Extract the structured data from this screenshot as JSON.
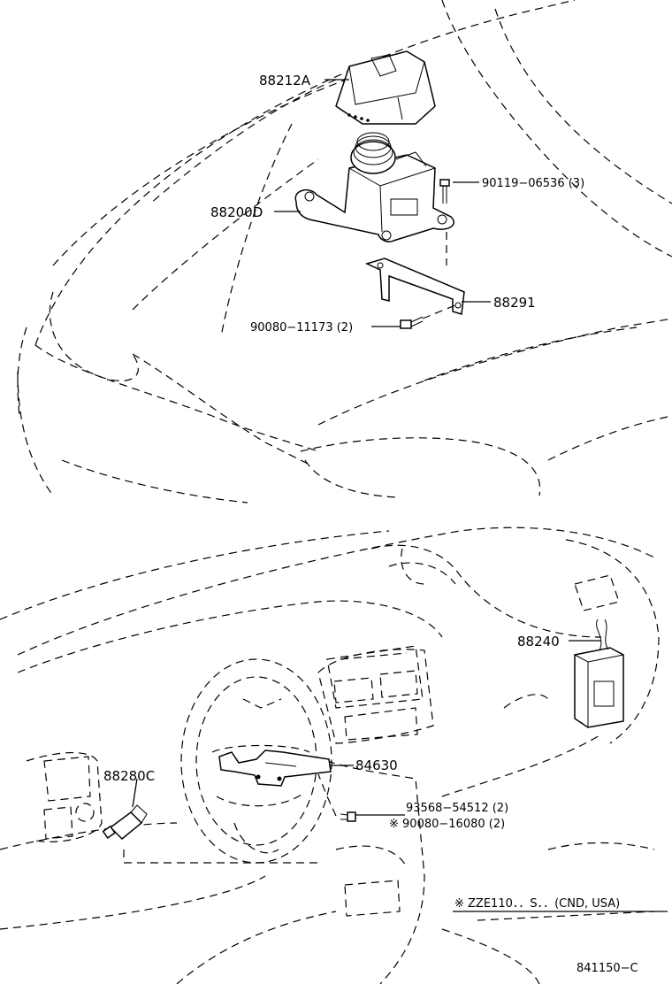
{
  "labels": {
    "p88212A": "88212A",
    "p88200D": "88200D",
    "p90119": "90119−06536 (3)",
    "p88291": "88291",
    "p90080a": "90080−11173 (2)",
    "p88240": "88240",
    "p84630": "84630",
    "p88280C": "88280C",
    "p93568": "93568−54512 (2)",
    "p90080b": "※ 90080−16080 (2)",
    "note": "※ ZZE110．．S．．(CND, USA)",
    "code": "841150−C"
  }
}
